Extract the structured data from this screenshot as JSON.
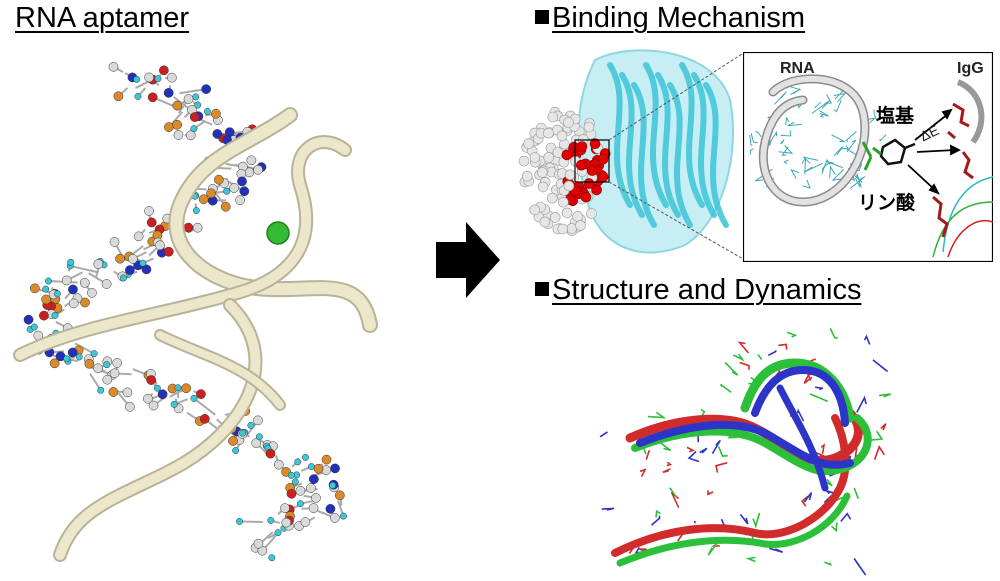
{
  "headings": {
    "left": "RNA aptamer",
    "binding": "Binding Mechanism",
    "structure": "Structure and Dynamics"
  },
  "inset_labels": {
    "rna": "RNA",
    "igg": "IgG",
    "base": "塩基",
    "phosphate": "リン酸",
    "delta_e": "ΔE"
  },
  "colors": {
    "ribbon": "#e8e2c5",
    "carbon": "#d9d9d9",
    "oxygen": "#cc1f1f",
    "nitrogen": "#2430b8",
    "hydrogen": "#3ac8d8",
    "phosphorus": "#d98a2a",
    "magnesium": "#33bb33",
    "protein_cyan": "#5fd3e0",
    "rna_white": "#e6e6e6",
    "contact_red": "#e00000",
    "strand_red": "#d22b2b",
    "strand_green": "#2bbf3a",
    "strand_blue": "#2d35c8",
    "arrow": "#000000"
  }
}
